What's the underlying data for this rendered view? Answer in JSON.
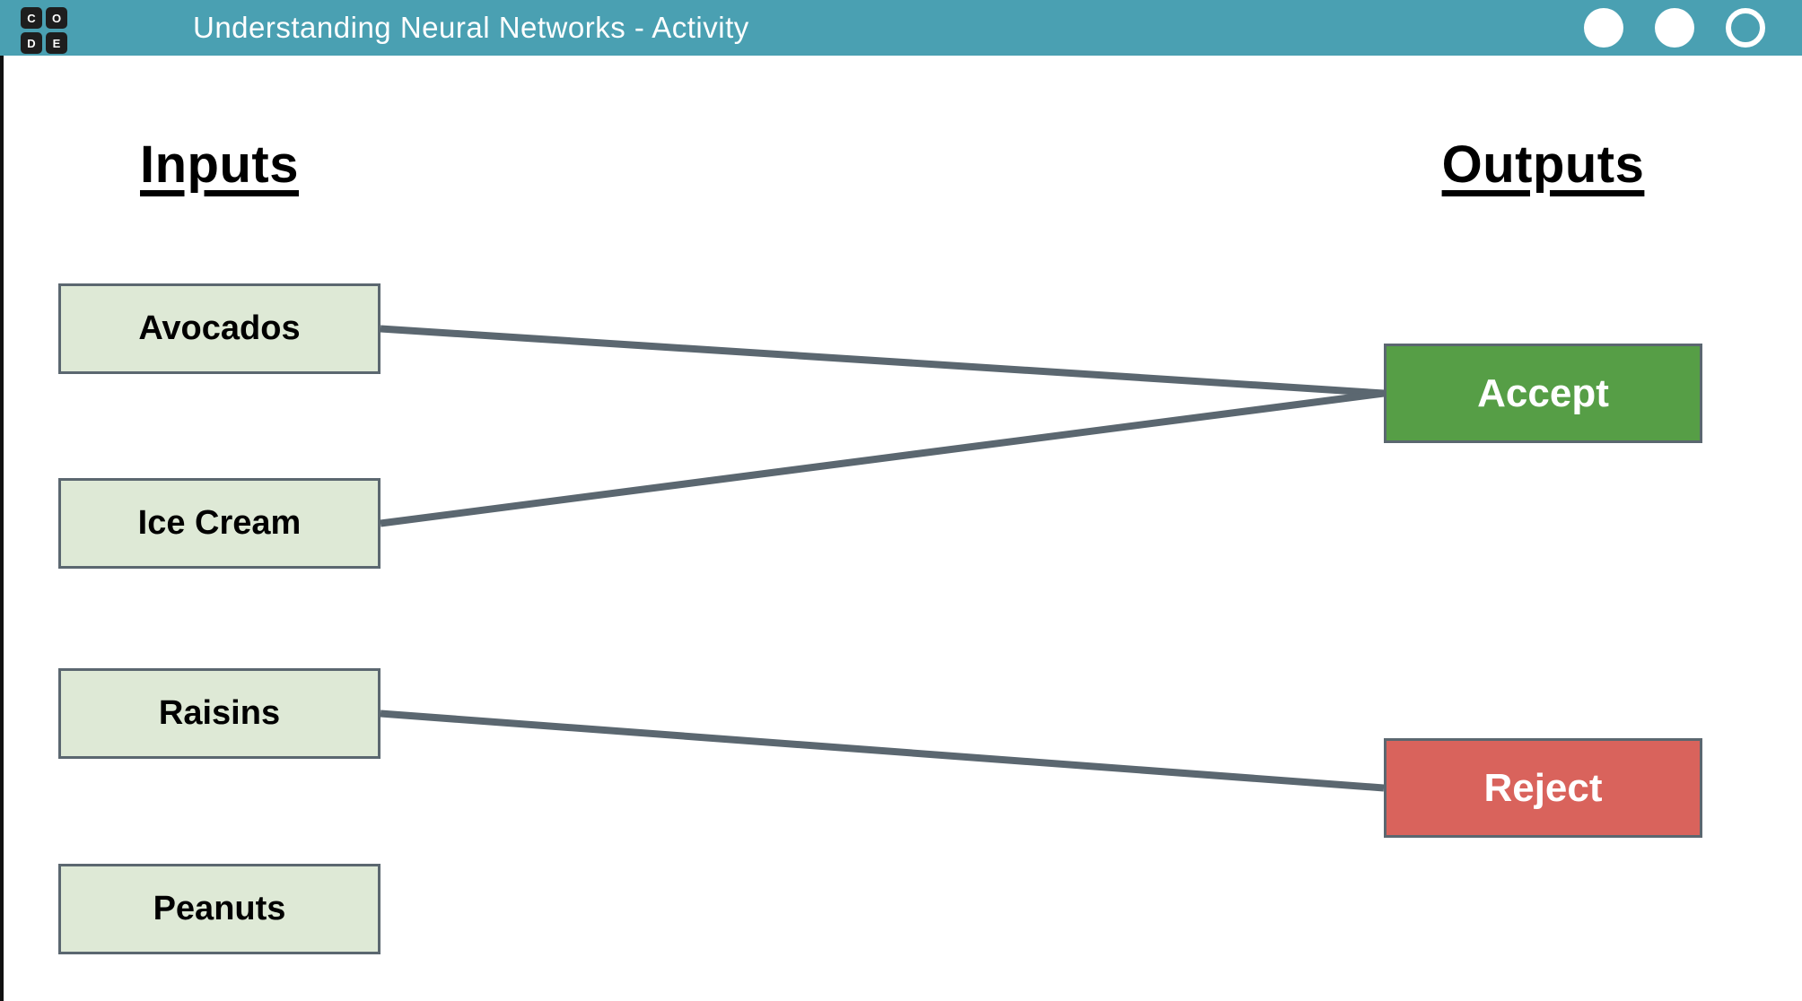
{
  "header": {
    "title": "Understanding Neural Networks - Activity",
    "logo_letters": [
      "C",
      "O",
      "D",
      "E"
    ],
    "progress_dots": [
      {
        "state": "filled"
      },
      {
        "state": "filled"
      },
      {
        "state": "hollow"
      }
    ]
  },
  "diagram": {
    "inputs_heading": "Inputs",
    "outputs_heading": "Outputs",
    "inputs": [
      "Avocados",
      "Ice Cream",
      "Raisins",
      "Peanuts"
    ],
    "outputs": [
      "Accept",
      "Reject"
    ],
    "connections": [
      {
        "from": "Avocados",
        "to": "Accept",
        "from_input": 0,
        "to_output": 0
      },
      {
        "from": "Ice Cream",
        "to": "Accept",
        "from_input": 1,
        "to_output": 0
      },
      {
        "from": "Raisins",
        "to": "Reject",
        "from_input": 2,
        "to_output": 1
      }
    ]
  },
  "colors": {
    "header_bg": "#4aa0b2",
    "title_text": "#ffffff",
    "heading_text": "#000000",
    "input_box_bg": "#dee9d6",
    "box_border": "#5b6770",
    "connection_line": "#5b6770",
    "accept_bg": "#569e46",
    "reject_bg": "#d9635c"
  }
}
